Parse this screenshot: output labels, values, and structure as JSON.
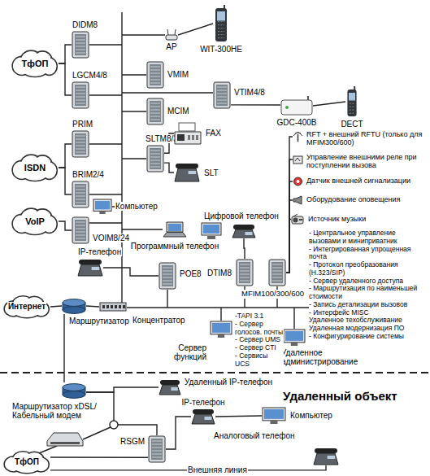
{
  "diagram": {
    "nodes": [
      {
        "text": [
          "ТфОП"
        ]
      },
      {
        "text": [
          "DIDM8"
        ]
      },
      {
        "text": [
          "LGCM4/8"
        ]
      },
      {
        "text": [
          "ISDN"
        ]
      },
      {
        "text": [
          "PRIM"
        ]
      },
      {
        "text": [
          "BRIM2/4"
        ]
      },
      {
        "text": [
          "VoIP"
        ]
      },
      {
        "text": [
          "VOIM8/24"
        ]
      },
      {
        "text": [
          "AP"
        ]
      },
      {
        "text": [
          "WIT-300HE"
        ]
      },
      {
        "text": [
          "VMIM"
        ]
      },
      {
        "text": [
          "VTIM4/8"
        ]
      },
      {
        "text": [
          "GDC-400B"
        ]
      },
      {
        "text": [
          "DECT"
        ]
      },
      {
        "text": [
          "MCIM"
        ]
      },
      {
        "text": [
          "SLTM8/32"
        ]
      },
      {
        "text": [
          "FAX"
        ]
      },
      {
        "text": [
          "SLT"
        ]
      },
      {
        "text": [
          "Компьютер"
        ]
      },
      {
        "text": [
          "Цифровой телефон"
        ]
      },
      {
        "text": [
          "IP-телефон"
        ]
      },
      {
        "text": [
          "Программный телефон"
        ]
      },
      {
        "text": [
          "POE8"
        ]
      },
      {
        "text": [
          "DTIM8"
        ]
      },
      {
        "text": [
          "MFIM100/300/600"
        ]
      },
      {
        "text": [
          "RFT + внешний RFTU (только для MFIM300/600)"
        ]
      },
      {
        "text": [
          "Управление внешними реле при поступлении вызова"
        ]
      },
      {
        "text": [
          "Датчик внешней сигнализации"
        ]
      },
      {
        "text": [
          "Оборудование оповещения"
        ]
      },
      {
        "text": [
          "Источник музыки"
        ]
      },
      {
        "text": [
          "Интернет"
        ]
      },
      {
        "text": [
          "Маршрутизатор"
        ]
      },
      {
        "text": [
          "Концентратор"
        ]
      },
      {
        "text": [
          "Сервер функций"
        ]
      },
      {
        "text": [
          "Удаленное администрирование"
        ]
      },
      {
        "text": [
          "Маршрутизатор xDSL/Кабельный модем"
        ]
      },
      {
        "text": [
          "Удаленный IP-телефон"
        ]
      },
      {
        "text": [
          "IP-телефон"
        ]
      },
      {
        "text": [
          "Компьютер"
        ]
      },
      {
        "text": [
          "Аналоговый телефон"
        ]
      },
      {
        "text": [
          "RSGM"
        ]
      },
      {
        "text": [
          "ТфОП"
        ]
      }
    ],
    "edges": [
      {
        "from": 0,
        "to": 1,
        "arrow": "none"
      },
      {
        "from": 0,
        "to": 2,
        "arrow": "none"
      },
      {
        "from": 3,
        "to": 4,
        "arrow": "none"
      },
      {
        "from": 3,
        "to": 5,
        "arrow": "none"
      },
      {
        "from": 6,
        "to": 7,
        "arrow": "none"
      },
      {
        "from": 8,
        "to": 9,
        "arrow": "none"
      },
      {
        "from": 11,
        "to": 12,
        "arrow": "none"
      },
      {
        "from": 12,
        "to": 13,
        "arrow": "none"
      },
      {
        "from": 15,
        "to": 16,
        "arrow": "none"
      },
      {
        "from": 15,
        "to": 17,
        "arrow": "none"
      },
      {
        "from": 22,
        "to": 20,
        "arrow": "none"
      },
      {
        "from": 23,
        "to": 19,
        "arrow": "none"
      },
      {
        "from": 24,
        "to": 25,
        "arrow": "none"
      },
      {
        "from": 24,
        "to": 26,
        "arrow": "none"
      },
      {
        "from": 24,
        "to": 27,
        "arrow": "none"
      },
      {
        "from": 24,
        "to": 28,
        "arrow": "none"
      },
      {
        "from": 24,
        "to": 29,
        "arrow": "none"
      },
      {
        "from": 30,
        "to": 31,
        "arrow": "none"
      },
      {
        "from": 31,
        "to": 32,
        "arrow": "none"
      },
      {
        "from": 31,
        "to": 35,
        "arrow": "none"
      },
      {
        "from": 35,
        "to": 36,
        "arrow": "none"
      },
      {
        "from": 35,
        "to": 40,
        "arrow": "none"
      },
      {
        "from": 40,
        "to": 37,
        "arrow": "none"
      },
      {
        "from": 37,
        "to": 38,
        "arrow": "none"
      },
      {
        "from": 41,
        "to": 40,
        "arrow": "none"
      },
      {
        "from": 41,
        "to": 39,
        "label": "Внешняя линия",
        "arrow": "none"
      }
    ],
    "labels": [
      "- Центральное управление вызовами и миниприватник",
      "- Интегрированная упрощенная почта",
      "- Протокол преобразования (H.323/SIP)",
      "- Сервер удаленного доступа",
      "- Маршрутизация по наименьшей стоимости",
      "- Запись детализации вызовов",
      "- Интерфейс MISC",
      "Удаленное техобслуживание",
      "Удаленная модернизация ПО",
      "- Конфигурирование системы",
      "-TAPI 3.1",
      "- Сервер голосов. почты",
      "- Сервер UMS",
      "- Сервер CTI",
      "- Сервисы UCS",
      "Удаленный объект"
    ]
  }
}
